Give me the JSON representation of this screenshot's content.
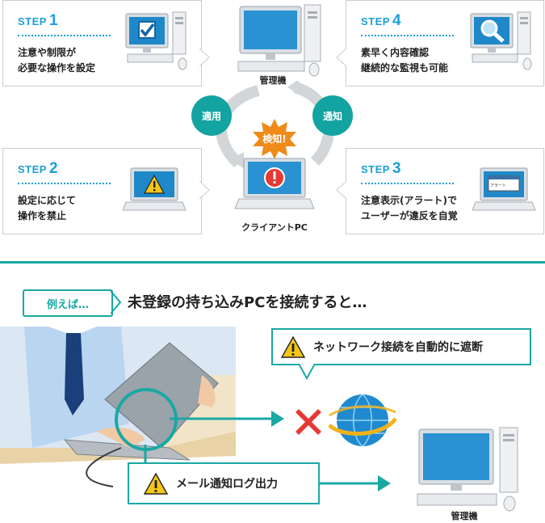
{
  "steps": [
    {
      "label": "STEP",
      "num": "1",
      "text": "注意や制限が\n必要な操作を設定"
    },
    {
      "label": "STEP",
      "num": "4",
      "text": "素早く内容確認\n継続的な監視も可能"
    },
    {
      "label": "STEP",
      "num": "2",
      "text": "設定に応じて\n操作を禁止"
    },
    {
      "label": "STEP",
      "num": "3",
      "text": "注意表示(アラート)で\nユーザーが違反を自覚"
    }
  ],
  "center": {
    "admin_caption": "管理機",
    "client_caption": "クライアントPC",
    "apply_label": "適用",
    "notify_label": "通知",
    "detect_label": "検知!",
    "alert_window_text": "アラート"
  },
  "example": {
    "tag": "例えば…",
    "headline": "未登録の持ち込みPCを接続すると…",
    "block_text": "ネットワーク接続を自動的に遮断",
    "log_text": "メール通知ログ出力",
    "admin_caption": "管理機"
  },
  "colors": {
    "accent": "#1c9fd8",
    "teal": "#1aa8a4",
    "danger": "#e53935",
    "warning": "#f5c518"
  },
  "icons": [
    "checkbox-icon",
    "magnifier-icon",
    "warning-icon",
    "alert-icon",
    "cross-icon",
    "globe-icon",
    "mouse-icon"
  ]
}
